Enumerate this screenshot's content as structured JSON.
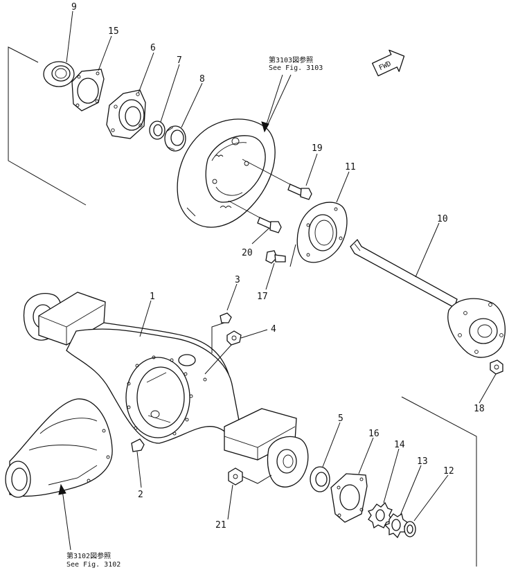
{
  "diagram": {
    "callouts": [
      {
        "id": "c1",
        "text": "1"
      },
      {
        "id": "c2",
        "text": "2"
      },
      {
        "id": "c3",
        "text": "3"
      },
      {
        "id": "c4",
        "text": "4"
      },
      {
        "id": "c5",
        "text": "5"
      },
      {
        "id": "c6",
        "text": "6"
      },
      {
        "id": "c7",
        "text": "7"
      },
      {
        "id": "c8",
        "text": "8"
      },
      {
        "id": "c9",
        "text": "9"
      },
      {
        "id": "c10",
        "text": "10"
      },
      {
        "id": "c11",
        "text": "11"
      },
      {
        "id": "c12",
        "text": "12"
      },
      {
        "id": "c13",
        "text": "13"
      },
      {
        "id": "c14",
        "text": "14"
      },
      {
        "id": "c15",
        "text": "15"
      },
      {
        "id": "c16",
        "text": "16"
      },
      {
        "id": "c17",
        "text": "17"
      },
      {
        "id": "c18",
        "text": "18"
      },
      {
        "id": "c19",
        "text": "19"
      },
      {
        "id": "c20",
        "text": "20"
      },
      {
        "id": "c21",
        "text": "21"
      }
    ],
    "ref_top": {
      "line1": "第3103図参照",
      "line2": "See Fig. 3103"
    },
    "ref_bottom": {
      "line1": "第3102図参照",
      "line2": "See Fig. 3102"
    },
    "fwd_arrow": {
      "text": "FWD"
    }
  }
}
